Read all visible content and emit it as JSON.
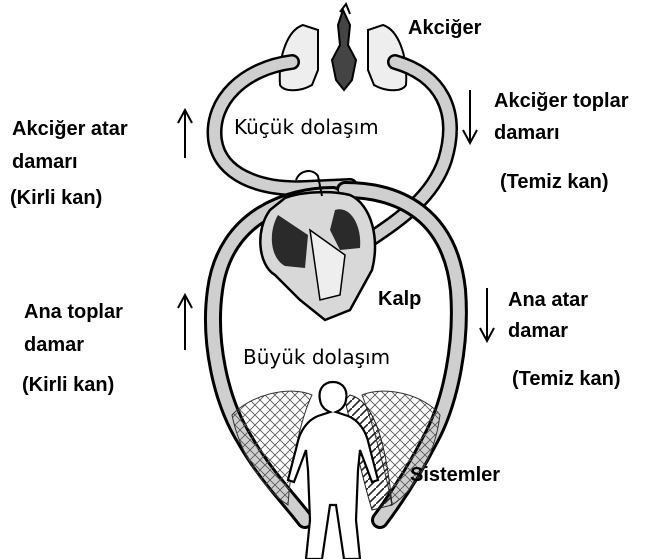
{
  "labels": {
    "lungs": "Akciğer",
    "pulmonary_vein_line1": "Akciğer toplar",
    "pulmonary_vein_line2": "damarı",
    "pulmonary_vein_blood": "(Temiz kan)",
    "pulmonary_artery_line1": "Akciğer atar",
    "pulmonary_artery_line2": "damarı",
    "pulmonary_artery_blood": "(Kirli kan)",
    "pulmonary_circulation": "Küçük dolaşım",
    "heart": "Kalp",
    "vena_cava_line1": "Ana toplar",
    "vena_cava_line2": "damar",
    "vena_cava_blood": "(Kirli kan)",
    "aorta_line1": "Ana atar",
    "aorta_line2": "damar",
    "aorta_blood": "(Temiz kan)",
    "systemic_circulation": "Büyük dolaşım",
    "systems": "Sistemler"
  },
  "colors": {
    "outline": "#000000",
    "vessel_fill": "#cfcfcf",
    "heart_dark": "#2a2a2a",
    "heart_light": "#d8d8d8",
    "background": "#ffffff"
  }
}
